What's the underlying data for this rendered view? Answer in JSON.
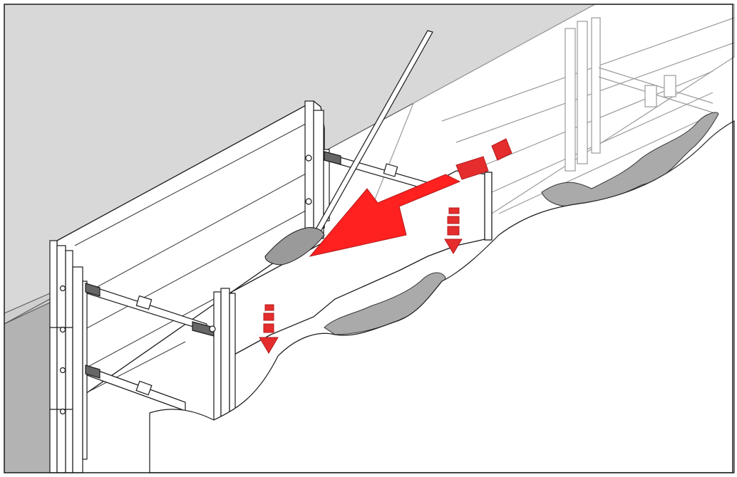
{
  "figure": {
    "background_color": "#ffffff",
    "sky_gray": "#d9d9d9",
    "ground_gray": "#aaaaaa",
    "panel_fill": "#ffffff",
    "line_color": "#1a1a1a",
    "ghost_line_color": "#9a9a9a",
    "accent_red": "#e52d2d",
    "accent_red_dark": "#b31a1a",
    "arrow_red": "#ff2020"
  },
  "icons": [
    "frame-border",
    "trench-wall",
    "shoring-panel",
    "strut",
    "shovel-icon",
    "direction-arrow-icon",
    "stacked-blocks-icon",
    "down-arrow-icon"
  ]
}
